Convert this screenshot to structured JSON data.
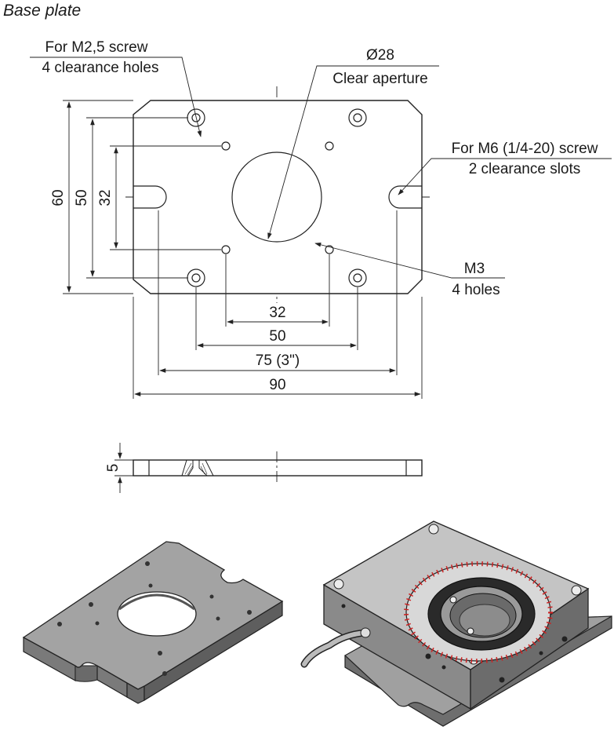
{
  "title": "Base plate",
  "callouts": {
    "m25_line1": "For M2,5 screw",
    "m25_line2": "4 clearance holes",
    "aperture_line1": "Ø28",
    "aperture_line2": "Clear aperture",
    "m6_line1": "For M6 (1/4-20) screw",
    "m6_line2": "2 clearance slots",
    "m3_line1": "M3",
    "m3_line2": "4 holes"
  },
  "dimensions": {
    "height_outer": "60",
    "height_mid": "50",
    "height_inner": "32",
    "width_32": "32",
    "width_50": "50",
    "width_75": "75 (3\")",
    "width_90": "90",
    "thickness": "5"
  },
  "colors": {
    "line": "#222222",
    "plate_top": "#9a9a9a",
    "plate_side": "#6e6e6e",
    "stage_body": "#bdbdbd",
    "stage_dark": "#5a5a5a",
    "scale_red": "#cc2222"
  }
}
